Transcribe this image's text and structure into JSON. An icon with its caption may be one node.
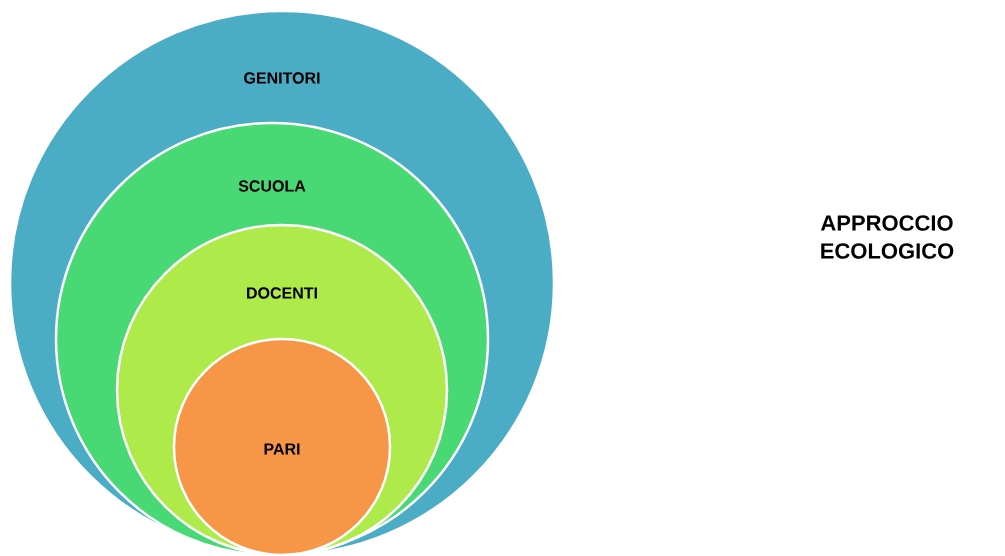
{
  "diagram": {
    "nodes": [
      {
        "text": [
          "GENITORI"
        ]
      },
      {
        "text": [
          "SCUOLA"
        ],
        "in": 0
      },
      {
        "text": [
          "DOCENTI"
        ],
        "in": 1
      },
      {
        "text": [
          "PARI"
        ],
        "in": 2
      }
    ],
    "labels": [
      "APPROCCIO ECOLOGICO"
    ]
  }
}
